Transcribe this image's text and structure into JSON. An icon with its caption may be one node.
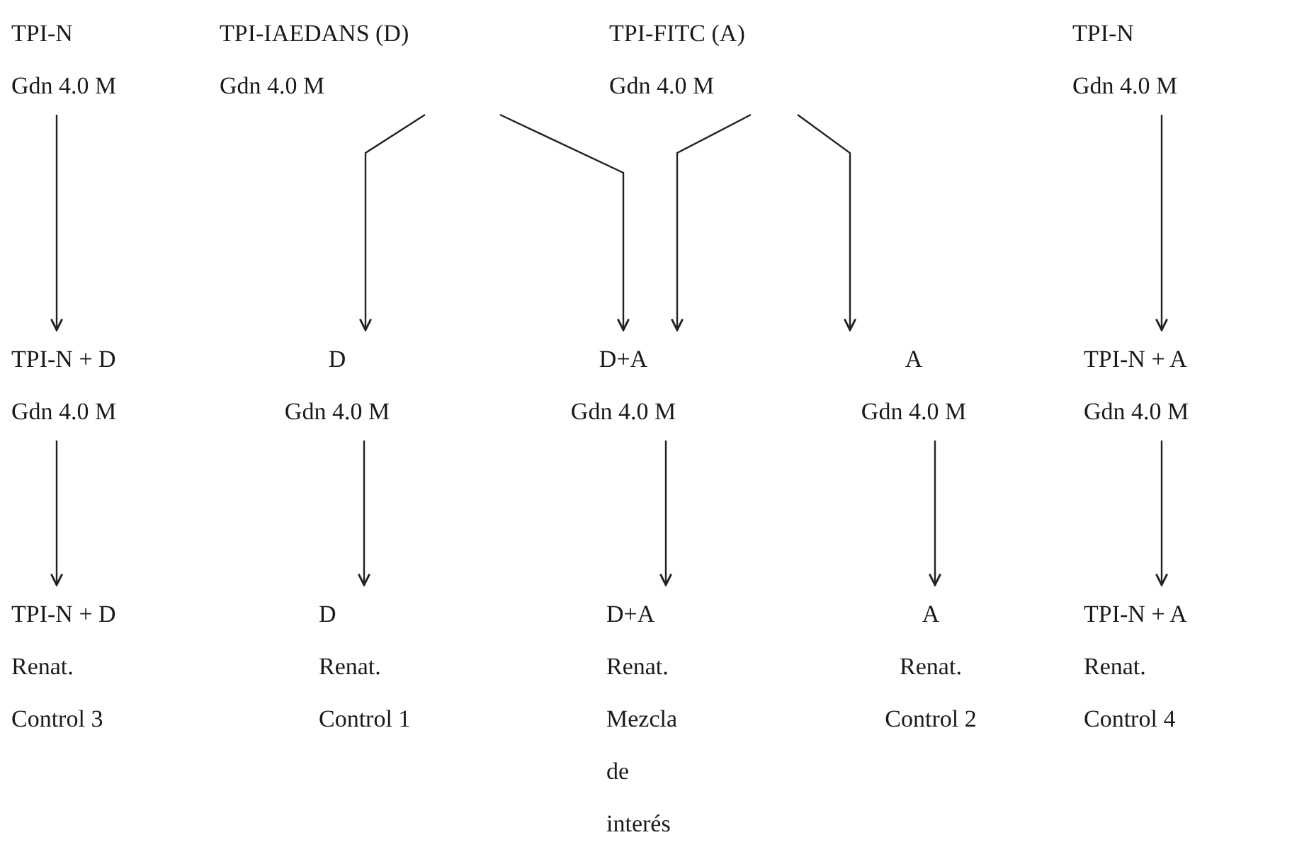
{
  "diagram": {
    "nodes": [
      {
        "text": [
          "TPI-N",
          "Gdn 4.0 M"
        ]
      },
      {
        "text": [
          "TPI-IAEDANS (D)",
          "Gdn 4.0 M"
        ]
      },
      {
        "text": [
          "TPI-FITC (A)",
          "Gdn 4.0 M"
        ]
      },
      {
        "text": [
          "TPI-N",
          "Gdn 4.0 M"
        ]
      },
      {
        "text": [
          "TPI-N + D",
          "Gdn 4.0 M"
        ]
      },
      {
        "text": [
          "D",
          "Gdn 4.0 M"
        ]
      },
      {
        "text": [
          "D+A",
          "Gdn 4.0 M"
        ]
      },
      {
        "text": [
          "A",
          "Gdn 4.0 M"
        ]
      },
      {
        "text": [
          "TPI-N + A",
          "Gdn 4.0 M"
        ]
      },
      {
        "text": [
          "TPI-N + D",
          "Renat.",
          "Control 3"
        ]
      },
      {
        "text": [
          "D",
          "Renat.",
          "Control 1"
        ]
      },
      {
        "text": [
          "D+A",
          "Renat.",
          "Mezcla de interés"
        ]
      },
      {
        "text": [
          "A",
          "Renat.",
          "Control 2"
        ]
      },
      {
        "text": [
          "TPI-N + A",
          "Renat.",
          "Control 4"
        ]
      }
    ],
    "edges": [
      {
        "from": 0,
        "to": 4,
        "arrow": "to"
      },
      {
        "from": 1,
        "to": 5,
        "arrow": "to"
      },
      {
        "from": 1,
        "to": 6,
        "arrow": "to"
      },
      {
        "from": 2,
        "to": 6,
        "arrow": "to"
      },
      {
        "from": 2,
        "to": 7,
        "arrow": "to"
      },
      {
        "from": 3,
        "to": 8,
        "arrow": "to"
      },
      {
        "from": 4,
        "to": 9,
        "arrow": "to"
      },
      {
        "from": 5,
        "to": 10,
        "arrow": "to"
      },
      {
        "from": 6,
        "to": 11,
        "arrow": "to"
      },
      {
        "from": 7,
        "to": 12,
        "arrow": "to"
      },
      {
        "from": 8,
        "to": 13,
        "arrow": "to"
      }
    ]
  }
}
